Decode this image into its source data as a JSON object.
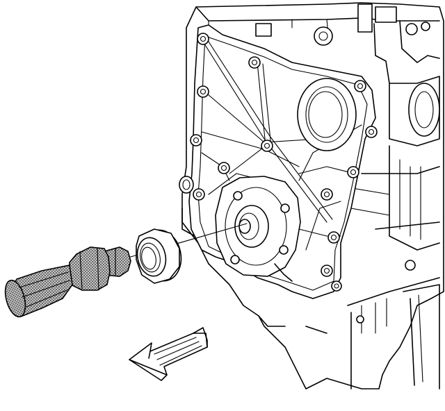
{
  "figure": {
    "kind": "exploded-view illustration",
    "components": [
      {
        "id": "engine-block",
        "icon": "engine-block-icon"
      },
      {
        "id": "front-cover",
        "icon": "front-cover-icon"
      },
      {
        "id": "crankshaft-front-oil-seal",
        "icon": "oil-seal-icon"
      },
      {
        "id": "seal-installer-tool",
        "icon": "seal-installer-tool-icon"
      },
      {
        "id": "removal-direction-arrow",
        "icon": "removal-arrow-icon"
      }
    ],
    "colors": {
      "line": "#000000",
      "background": "#ffffff",
      "tool_shading": "#9a9a9a"
    }
  }
}
